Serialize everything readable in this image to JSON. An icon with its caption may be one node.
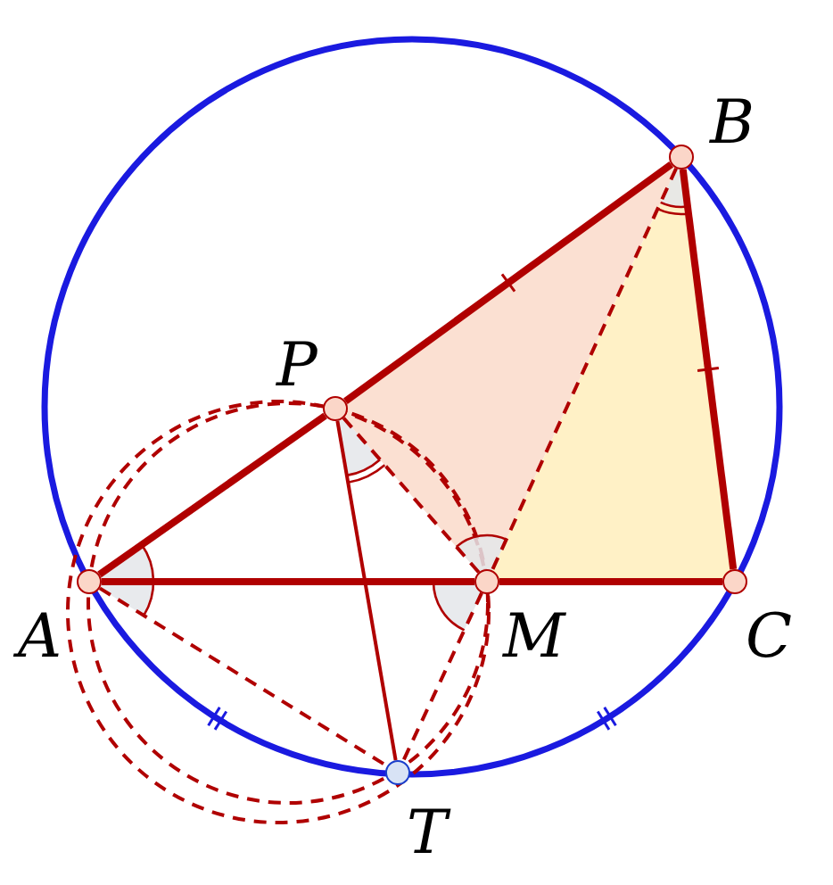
{
  "diagram": {
    "nodes": [
      {
        "text": [],
        "shape": "circle",
        "beside": [
          "A"
        ]
      },
      {
        "text": [],
        "shape": "circle",
        "beside": [
          "B"
        ]
      },
      {
        "text": [],
        "shape": "circle",
        "beside": [
          "C"
        ]
      },
      {
        "text": [],
        "shape": "circle",
        "beside": [
          "P"
        ]
      },
      {
        "text": [],
        "shape": "circle",
        "beside": [
          "M"
        ]
      },
      {
        "text": [],
        "shape": "circle",
        "beside": [
          "T"
        ]
      }
    ],
    "edges": [
      {
        "from": 0,
        "to": 3,
        "arrow": "none",
        "style": "thick"
      },
      {
        "from": 3,
        "to": 1,
        "arrow": "none",
        "style": "thick"
      },
      {
        "from": 1,
        "to": 2,
        "arrow": "none",
        "style": "thick"
      },
      {
        "from": 0,
        "to": 4,
        "arrow": "none",
        "style": "thick"
      },
      {
        "from": 4,
        "to": 2,
        "arrow": "none",
        "style": "thick"
      },
      {
        "from": 3,
        "to": 5,
        "arrow": "none"
      },
      {
        "from": 3,
        "to": 4,
        "arrow": "none",
        "style": "dashed"
      },
      {
        "from": 1,
        "to": 4,
        "arrow": "none",
        "style": "dashed"
      },
      {
        "from": 0,
        "to": 5,
        "arrow": "none",
        "style": "dashed"
      },
      {
        "from": 4,
        "to": 5,
        "arrow": "none",
        "style": "dashed"
      }
    ]
  }
}
